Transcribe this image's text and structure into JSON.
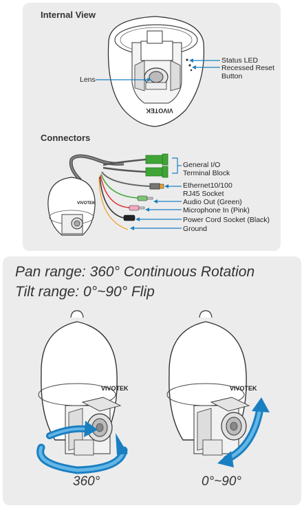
{
  "internal_view": {
    "title": "Internal View",
    "labels": {
      "lens": "Lens",
      "status_led": "Status LED",
      "reset_line1": "Recessed Reset",
      "reset_line2": "Button"
    },
    "logo": "VIVOTEK"
  },
  "connectors": {
    "title": "Connectors",
    "items": [
      {
        "line1": "General I/O",
        "line2": "Terminal Block"
      },
      {
        "line1": "Ethernet10/100",
        "line2": "RJ45 Socket"
      },
      {
        "line1": "Audio Out (Green)"
      },
      {
        "line1": "Microphone In (Pink)"
      },
      {
        "line1": "Power Cord Socket (Black)"
      },
      {
        "line1": "Ground"
      }
    ]
  },
  "rotation": {
    "pan_text": "Pan range: 360° Continuous Rotation",
    "tilt_text": "Tilt range: 0°~90° Flip",
    "pan_label": "360°",
    "tilt_label": "0°~90°",
    "logo": "VIVOTEK"
  },
  "colors": {
    "arrow_blue": "#1a7fc1",
    "arrow_light": "#63b6e6",
    "terminal_green": "#3fa535",
    "audio_green": "#7cc576",
    "mic_pink": "#f2a7c3",
    "cable_orange": "#f0a030",
    "cable_red": "#e03030",
    "panel_gray": "#ececec"
  }
}
